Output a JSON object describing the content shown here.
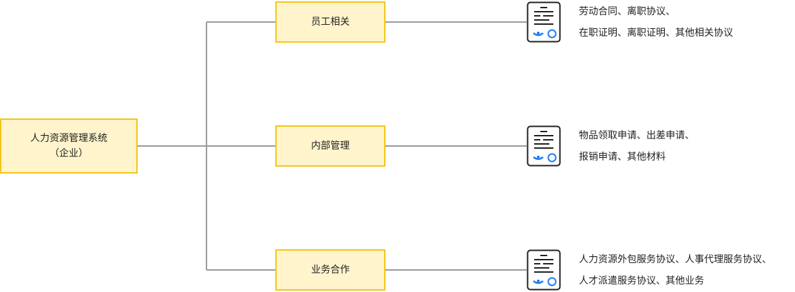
{
  "root": {
    "line1": "人力资源管理系统",
    "line2": "（企业）"
  },
  "categories": [
    {
      "label": "员工相关",
      "icon": "document-icon",
      "desc": [
        "劳动合同、离职协议、",
        "在职证明、离职证明、其他相关协议"
      ]
    },
    {
      "label": "内部管理",
      "icon": "document-icon",
      "desc": [
        "物品领取申请、出差申请、",
        "报销申请、其他材料"
      ]
    },
    {
      "label": "业务合作",
      "icon": "document-icon",
      "desc": [
        "人力资源外包服务协议、人事代理服务协议、",
        "人才派遣服务协议、其他业务"
      ]
    }
  ],
  "colors": {
    "box_fill": "#fff4cc",
    "box_border": "#f5c518",
    "connector": "#999999",
    "icon_stroke": "#1f1f1f",
    "icon_accent": "#1e7ef2"
  }
}
